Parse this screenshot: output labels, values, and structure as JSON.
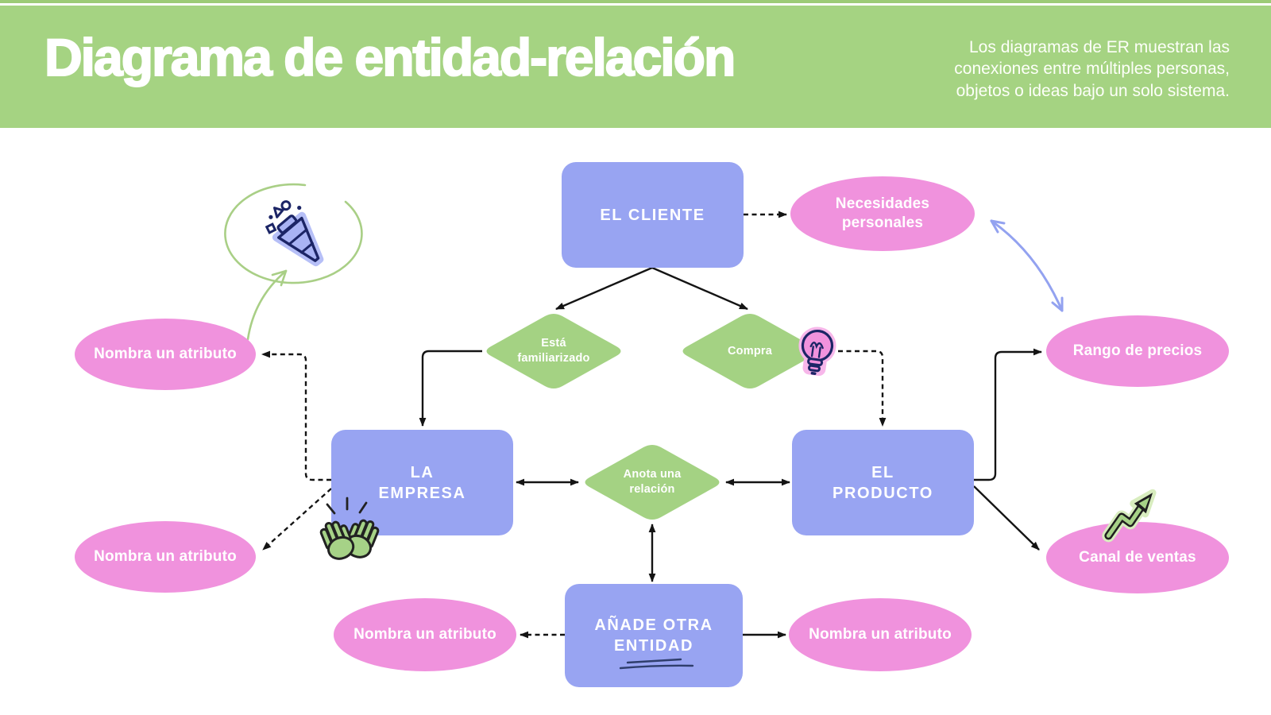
{
  "header": {
    "title": "Diagrama de entidad-relación",
    "subtitle_lines": [
      "Los diagramas de ER muestran las",
      "conexiones entre múltiples personas,",
      "objetos o ideas bajo un solo sistema."
    ]
  },
  "nodes": {
    "cliente": {
      "type": "entity",
      "lines": [
        "EL CLIENTE"
      ]
    },
    "empresa": {
      "type": "entity",
      "lines": [
        "LA",
        "EMPRESA"
      ]
    },
    "producto": {
      "type": "entity",
      "lines": [
        "EL",
        "PRODUCTO"
      ]
    },
    "anade": {
      "type": "entity",
      "lines": [
        "AÑADE OTRA",
        "ENTIDAD"
      ]
    },
    "esta": {
      "type": "relationship",
      "lines": [
        "Está",
        "familiarizado"
      ]
    },
    "compra": {
      "type": "relationship",
      "lines": [
        "Compra"
      ]
    },
    "anota": {
      "type": "relationship",
      "lines": [
        "Anota una",
        "relación"
      ]
    },
    "necesidades": {
      "type": "attribute",
      "lines": [
        "Necesidades",
        "personales"
      ]
    },
    "rango": {
      "type": "attribute",
      "lines": [
        "Rango de precios"
      ]
    },
    "canal": {
      "type": "attribute",
      "lines": [
        "Canal de ventas"
      ]
    },
    "attr_left_top": {
      "type": "attribute",
      "lines": [
        "Nombra un atributo"
      ]
    },
    "attr_left_bottom": {
      "type": "attribute",
      "lines": [
        "Nombra un atributo"
      ]
    },
    "attr_bottom_left": {
      "type": "attribute",
      "lines": [
        "Nombra un atributo"
      ]
    },
    "attr_bottom_right": {
      "type": "attribute",
      "lines": [
        "Nombra un atributo"
      ]
    }
  },
  "icons": [
    "party-popper-icon",
    "light-bulb-icon",
    "clapping-hands-icon",
    "growth-arrow-icon"
  ],
  "palette": {
    "banner_green": "#a5d382",
    "banner_top_strip": "#9ccb77",
    "entity_blue": "#98a4f2",
    "relationship_green": "#a4d283",
    "attribute_pink": "#f092dd",
    "icon_pink_glow": "#f7b7ea",
    "icon_blue_glow": "#b6bff7",
    "icon_green": "#a6d287",
    "icon_green_glow": "#d8edbf",
    "outline_navy": "#1c2566",
    "connector_black": "#141414",
    "doodle_green": "#a9cf86",
    "doodle_blue": "#93a2f0",
    "text_white": "#ffffff"
  }
}
